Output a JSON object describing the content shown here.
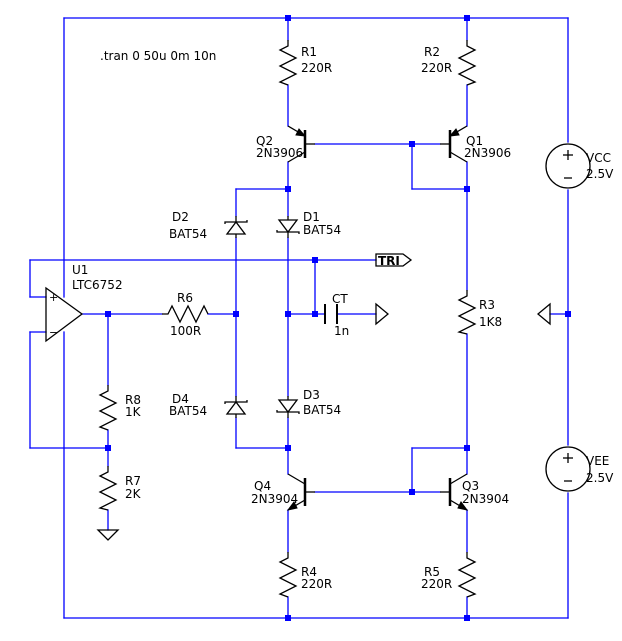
{
  "directive": ".tran 0 50u 0m 10n",
  "colors": {
    "wire": "#0000ff",
    "component": "#000000",
    "background": "#ffffff"
  },
  "net_label": "TRI",
  "components": {
    "R1": {
      "ref": "R1",
      "value": "220R"
    },
    "R2": {
      "ref": "R2",
      "value": "220R"
    },
    "R3": {
      "ref": "R3",
      "value": "1K8"
    },
    "R4": {
      "ref": "R4",
      "value": "220R"
    },
    "R5": {
      "ref": "R5",
      "value": "220R"
    },
    "R6": {
      "ref": "R6",
      "value": "100R"
    },
    "R7": {
      "ref": "R7",
      "value": "2K"
    },
    "R8": {
      "ref": "R8",
      "value": "1K"
    },
    "Q1": {
      "ref": "Q1",
      "value": "2N3906"
    },
    "Q2": {
      "ref": "Q2",
      "value": "2N3906"
    },
    "Q3": {
      "ref": "Q3",
      "value": "2N3904"
    },
    "Q4": {
      "ref": "Q4",
      "value": "2N3904"
    },
    "D1": {
      "ref": "D1",
      "value": "BAT54"
    },
    "D2": {
      "ref": "D2",
      "value": "BAT54"
    },
    "D3": {
      "ref": "D3",
      "value": "BAT54"
    },
    "D4": {
      "ref": "D4",
      "value": "BAT54"
    },
    "CT": {
      "ref": "CT",
      "value": "1n"
    },
    "U1": {
      "ref": "U1",
      "value": "LTC6752"
    },
    "VCC": {
      "ref": "VCC",
      "value": "2.5V"
    },
    "VEE": {
      "ref": "VEE",
      "value": "2.5V"
    }
  }
}
